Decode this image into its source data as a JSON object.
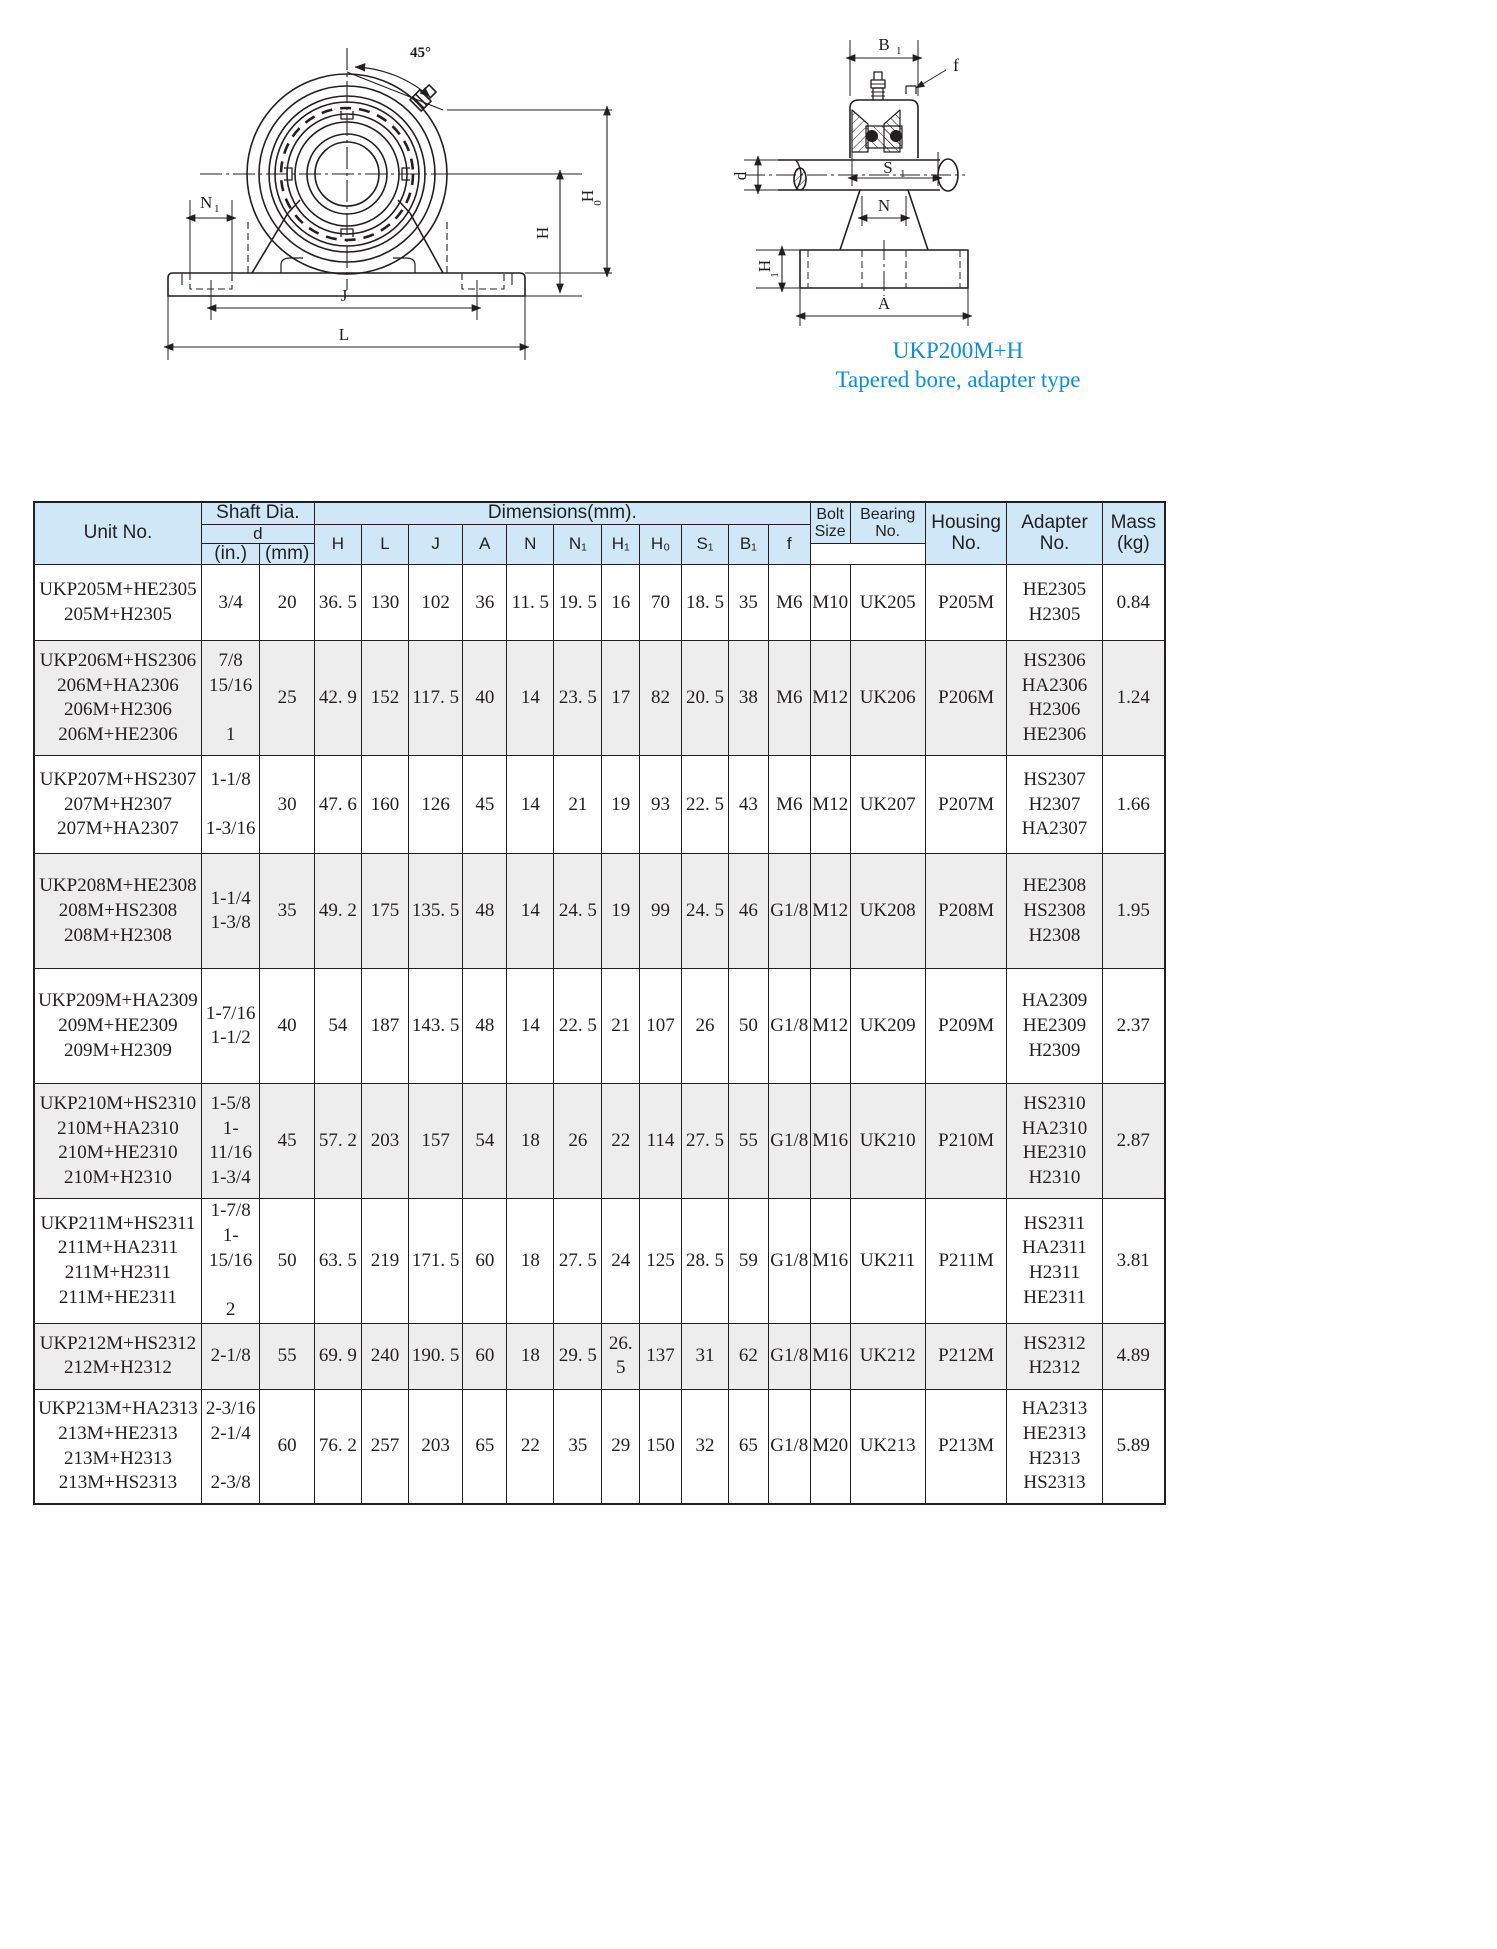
{
  "caption": {
    "line1": "UKP200M+H",
    "line2": "Tapered bore, adapter type",
    "color": "#0b8ee0"
  },
  "drawing_labels": {
    "front_view": {
      "angle": "45°",
      "N1": "N₁",
      "J": "J",
      "L": "L",
      "H": "H",
      "H0": "H₀"
    },
    "side_view": {
      "B1": "B₁",
      "f": "f",
      "S1": "S₁",
      "d": "d",
      "N": "N",
      "H1": "H₁",
      "A": "A"
    }
  },
  "table": {
    "header": {
      "unit_no": "Unit No.",
      "shaft_dia": "Shaft Dia.",
      "shaft_d": "d",
      "shaft_in": "(in.)",
      "shaft_mm": "(mm)",
      "dimensions": "Dimensions(mm).",
      "dim_cols": [
        "H",
        "L",
        "J",
        "A",
        "N",
        "N₁",
        "H₁",
        "H₀",
        "S₁",
        "B₁",
        "f"
      ],
      "bolt_size_l1": "Bolt",
      "bolt_size_l2": "Size",
      "bearing_l1": "Bearing",
      "bearing_l2": "No.",
      "housing_l1": "Housing",
      "housing_l2": "No.",
      "adapter_l1": "Adapter",
      "adapter_l2": "No.",
      "mass_l1": "Mass",
      "mass_l2": "(kg)"
    },
    "rows": [
      {
        "unit_no": [
          "UKP205M+HE2305",
          "205M+H2305"
        ],
        "shaft_in": [
          "3/4"
        ],
        "shaft_in_align": "center",
        "shaft_mm": "20",
        "H": "36. 5",
        "L": "130",
        "J": "102",
        "A": "36",
        "N": "11. 5",
        "N1": "19. 5",
        "H1": "16",
        "H0": "70",
        "S1": "18. 5",
        "B1": "35",
        "f": "M6",
        "bolt": "M10",
        "bearing": "UK205",
        "housing": "P205M",
        "adapter": [
          "HE2305",
          "H2305"
        ],
        "mass": "0.84"
      },
      {
        "unit_no": [
          "UKP206M+HS2306",
          "206M+HA2306",
          "206M+H2306",
          "206M+HE2306"
        ],
        "shaft_in": [
          "7/8",
          "15/16",
          "",
          "1"
        ],
        "shaft_in_align": "left",
        "shaft_mm": "25",
        "H": "42. 9",
        "L": "152",
        "J": "117. 5",
        "A": "40",
        "N": "14",
        "N1": "23. 5",
        "H1": "17",
        "H0": "82",
        "S1": "20. 5",
        "B1": "38",
        "f": "M6",
        "bolt": "M12",
        "bearing": "UK206",
        "housing": "P206M",
        "adapter": [
          "HS2306",
          "HA2306",
          "H2306",
          "HE2306"
        ],
        "mass": "1.24"
      },
      {
        "unit_no": [
          "UKP207M+HS2307",
          "207M+H2307",
          "207M+HA2307"
        ],
        "shaft_in": [
          "1-1/8",
          "",
          "1-3/16"
        ],
        "shaft_in_align": "left",
        "shaft_mm": "30",
        "H": "47. 6",
        "L": "160",
        "J": "126",
        "A": "45",
        "N": "14",
        "N1": "21",
        "H1": "19",
        "H0": "93",
        "S1": "22. 5",
        "B1": "43",
        "f": "M6",
        "bolt": "M12",
        "bearing": "UK207",
        "housing": "P207M",
        "adapter": [
          "HS2307",
          "H2307",
          "HA2307"
        ],
        "mass": "1.66"
      },
      {
        "unit_no": [
          "UKP208M+HE2308",
          "208M+HS2308",
          "208M+H2308"
        ],
        "shaft_in": [
          "1-1/4",
          "1-3/8"
        ],
        "shaft_in_align": "left",
        "shaft_mm": "35",
        "H": "49. 2",
        "L": "175",
        "J": "135. 5",
        "A": "48",
        "N": "14",
        "N1": "24. 5",
        "H1": "19",
        "H0": "99",
        "S1": "24. 5",
        "B1": "46",
        "f": "G1/8",
        "bolt": "M12",
        "bearing": "UK208",
        "housing": "P208M",
        "adapter": [
          "HE2308",
          "HS2308",
          "H2308"
        ],
        "mass": "1.95"
      },
      {
        "unit_no": [
          "UKP209M+HA2309",
          "209M+HE2309",
          "209M+H2309"
        ],
        "shaft_in": [
          "1-7/16",
          "1-1/2"
        ],
        "shaft_in_align": "left",
        "shaft_mm": "40",
        "H": "54",
        "L": "187",
        "J": "143. 5",
        "A": "48",
        "N": "14",
        "N1": "22. 5",
        "H1": "21",
        "H0": "107",
        "S1": "26",
        "B1": "50",
        "f": "G1/8",
        "bolt": "M12",
        "bearing": "UK209",
        "housing": "P209M",
        "adapter": [
          "HA2309",
          "HE2309",
          "H2309"
        ],
        "mass": "2.37"
      },
      {
        "unit_no": [
          "UKP210M+HS2310",
          "210M+HA2310",
          "210M+HE2310",
          "210M+H2310"
        ],
        "shaft_in": [
          "1-5/8",
          "1-11/16",
          "1-3/4"
        ],
        "shaft_in_align": "left",
        "shaft_mm": "45",
        "H": "57. 2",
        "L": "203",
        "J": "157",
        "A": "54",
        "N": "18",
        "N1": "26",
        "H1": "22",
        "H0": "114",
        "S1": "27. 5",
        "B1": "55",
        "f": "G1/8",
        "bolt": "M16",
        "bearing": "UK210",
        "housing": "P210M",
        "adapter": [
          "HS2310",
          "HA2310",
          "HE2310",
          "H2310"
        ],
        "mass": "2.87"
      },
      {
        "unit_no": [
          "UKP211M+HS2311",
          "211M+HA2311",
          "211M+H2311",
          "211M+HE2311"
        ],
        "shaft_in": [
          "1-7/8",
          "1-15/16",
          "",
          "2"
        ],
        "shaft_in_align": "left",
        "shaft_mm": "50",
        "H": "63. 5",
        "L": "219",
        "J": "171. 5",
        "A": "60",
        "N": "18",
        "N1": "27. 5",
        "H1": "24",
        "H0": "125",
        "S1": "28. 5",
        "B1": "59",
        "f": "G1/8",
        "bolt": "M16",
        "bearing": "UK211",
        "housing": "P211M",
        "adapter": [
          "HS2311",
          "HA2311",
          "H2311",
          "HE2311"
        ],
        "mass": "3.81"
      },
      {
        "unit_no": [
          "UKP212M+HS2312",
          "212M+H2312"
        ],
        "shaft_in": [
          "2-1/8"
        ],
        "shaft_in_align": "left",
        "shaft_mm": "55",
        "H": "69. 9",
        "L": "240",
        "J": "190. 5",
        "A": "60",
        "N": "18",
        "N1": "29. 5",
        "H1": "26. 5",
        "H0": "137",
        "S1": "31",
        "B1": "62",
        "f": "G1/8",
        "bolt": "M16",
        "bearing": "UK212",
        "housing": "P212M",
        "adapter": [
          "HS2312",
          "H2312"
        ],
        "mass": "4.89"
      },
      {
        "unit_no": [
          "UKP213M+HA2313",
          "213M+HE2313",
          "213M+H2313",
          "213M+HS2313"
        ],
        "shaft_in": [
          "2-3/16",
          "2-1/4",
          "",
          "2-3/8"
        ],
        "shaft_in_align": "left",
        "shaft_mm": "60",
        "H": "76. 2",
        "L": "257",
        "J": "203",
        "A": "65",
        "N": "22",
        "N1": "35",
        "H1": "29",
        "H0": "150",
        "S1": "32",
        "B1": "65",
        "f": "G1/8",
        "bolt": "M20",
        "bearing": "UK213",
        "housing": "P213M",
        "adapter": [
          "HA2313",
          "HE2313",
          "H2313",
          "HS2313"
        ],
        "mass": "5.89"
      }
    ]
  }
}
